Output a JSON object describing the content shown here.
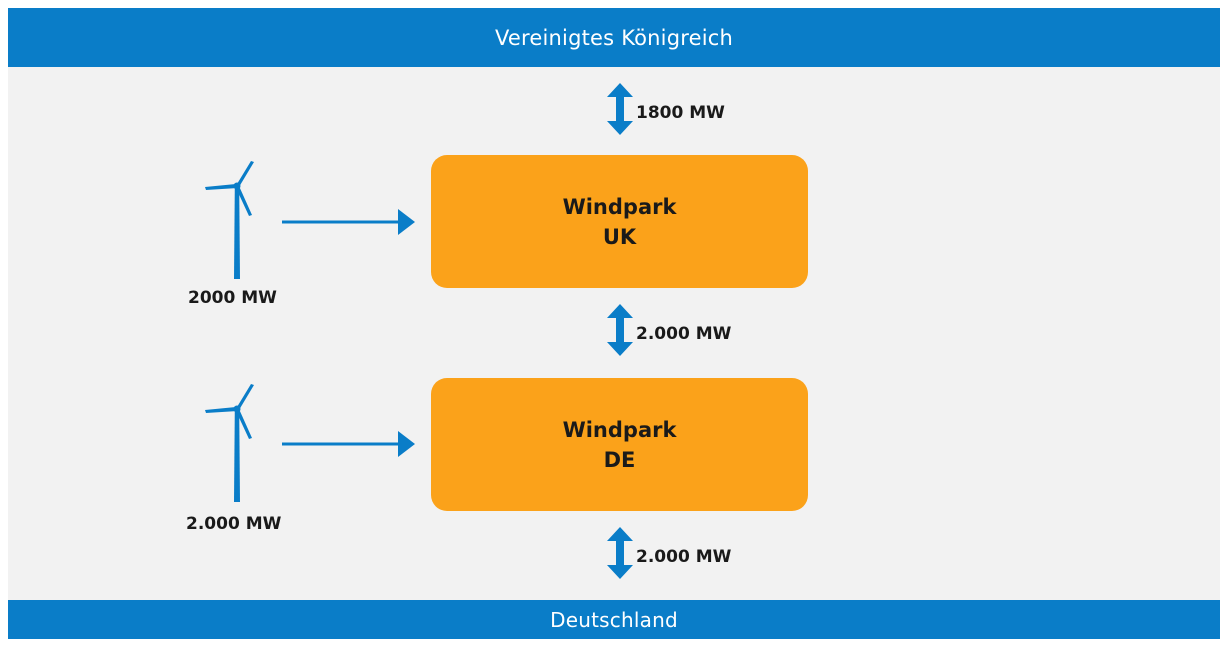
{
  "bands": {
    "top": "Vereinigtes Königreich",
    "bottom": "Deutschland"
  },
  "parks": [
    {
      "line1": "Windpark",
      "line2": "UK"
    },
    {
      "line1": "Windpark",
      "line2": "DE"
    }
  ],
  "links": {
    "uk_to_top": "1800 MW",
    "uk_to_de": "2.000 MW",
    "de_to_bottom": "2.000 MW"
  },
  "turbines": {
    "uk": "2000 MW",
    "de": "2.000 MW"
  },
  "colors": {
    "band": "#0a7dc8",
    "park": "#fba21a",
    "arrow": "#0a7dc8",
    "background": "#f2f2f2"
  }
}
